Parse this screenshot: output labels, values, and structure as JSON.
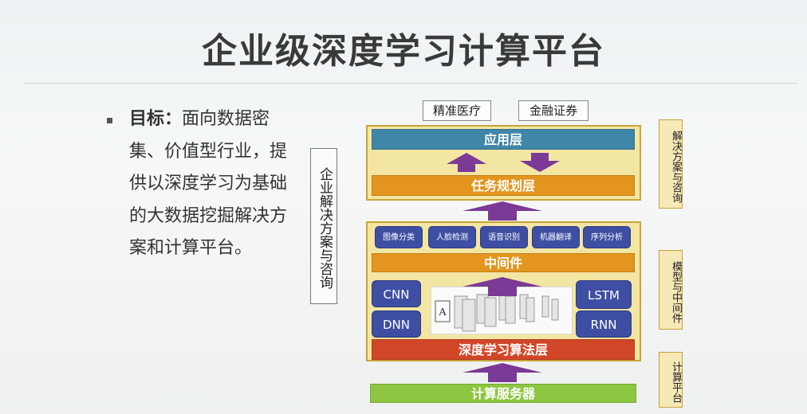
{
  "slide": {
    "title": "企业级深度学习计算平台",
    "bullet_label": "目标",
    "bullet_sep": "：",
    "bullet_body": "面向数据密集、价值型行业，提供以深度学习为基础的大数据挖掘解决方案和计算平台。"
  },
  "diagram": {
    "top_tags": [
      "精准医疗",
      "金融证券"
    ],
    "left_label": "企业解决方案与咨询",
    "right_labels": [
      "解决方案与咨询",
      "模型与中间件",
      "计算平台"
    ],
    "app_layer": "应用层",
    "task_layer": "任务规划层",
    "modules": [
      "图像分类",
      "人脸检测",
      "语音识别",
      "机器翻译",
      "序列分析"
    ],
    "middleware": "中间件",
    "networks_left": [
      "CNN",
      "DNN"
    ],
    "networks_right": [
      "LSTM",
      "RNN"
    ],
    "dl_layer": "深度学习算法层",
    "server_layer": "计算服务器",
    "colors": {
      "app": "#3f86a8",
      "task": "#e3951f",
      "middleware": "#e3951f",
      "dl": "#d24628",
      "server": "#8dc641",
      "arrow": "#7b3a96",
      "panel": "#f3e6a3"
    }
  }
}
